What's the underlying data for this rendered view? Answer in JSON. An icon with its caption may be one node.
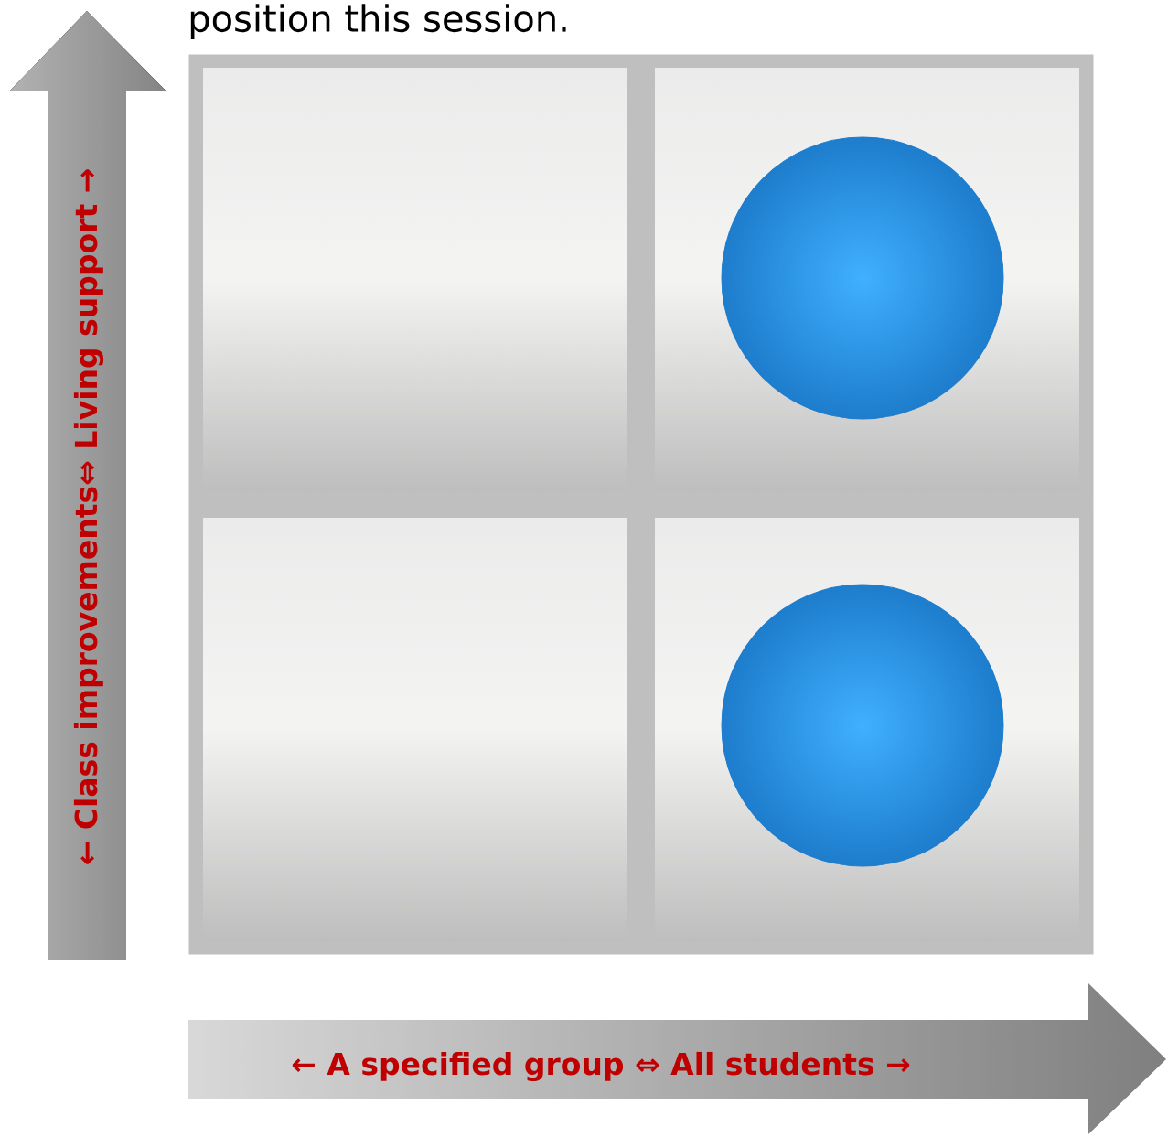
{
  "diagram": {
    "title": "position this session.",
    "nodes": [
      {
        "text": [
          "← Class improvements⇔ Living support →"
        ]
      },
      {
        "text": [
          "← A specified group ⇔ All students →"
        ]
      },
      {
        "text": [],
        "shape": "box"
      },
      {
        "text": [],
        "shape": "box",
        "in": 2
      },
      {
        "text": [],
        "shape": "box",
        "in": 2
      },
      {
        "text": [],
        "shape": "box",
        "in": 2
      },
      {
        "text": [],
        "shape": "box",
        "in": 2
      },
      {
        "text": [],
        "shape": "circle",
        "in": 4
      },
      {
        "text": [],
        "shape": "circle",
        "in": 6
      }
    ]
  }
}
